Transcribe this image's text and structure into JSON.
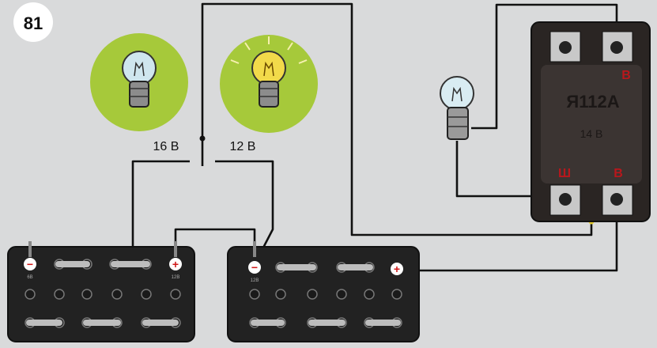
{
  "figure": {
    "number": "81"
  },
  "lamps": [
    {
      "voltage_label": "16 В",
      "state": "off",
      "bg_color": "#a6c93a",
      "glass_color": "#cfe6ee"
    },
    {
      "voltage_label": "12 В",
      "state": "on",
      "bg_color": "#a6c93a",
      "glass_color": "#f2da4a"
    }
  ],
  "indicator_lamp": {
    "state": "off",
    "glass_color": "#d9ecf2"
  },
  "regulator": {
    "model": "Я112А",
    "voltage": "14 В",
    "terminal_top_label": "В",
    "terminal_bottom_left_label": "Ш",
    "terminal_bottom_right_label": "В",
    "body_color": "#2a2523",
    "label_color": "#b8171c"
  },
  "batteries": [
    {
      "minus_symbol": "−",
      "plus_symbol": "+",
      "minus_voltage": "6В",
      "plus_voltage": "12В"
    },
    {
      "minus_symbol": "−",
      "plus_symbol": "+",
      "minus_voltage": "12В"
    }
  ],
  "colors": {
    "background": "#d9dadb",
    "wire": "#111111",
    "battery_body": "#222222",
    "terminal_plus": "#d01818",
    "terminal_minus": "#d01818"
  }
}
